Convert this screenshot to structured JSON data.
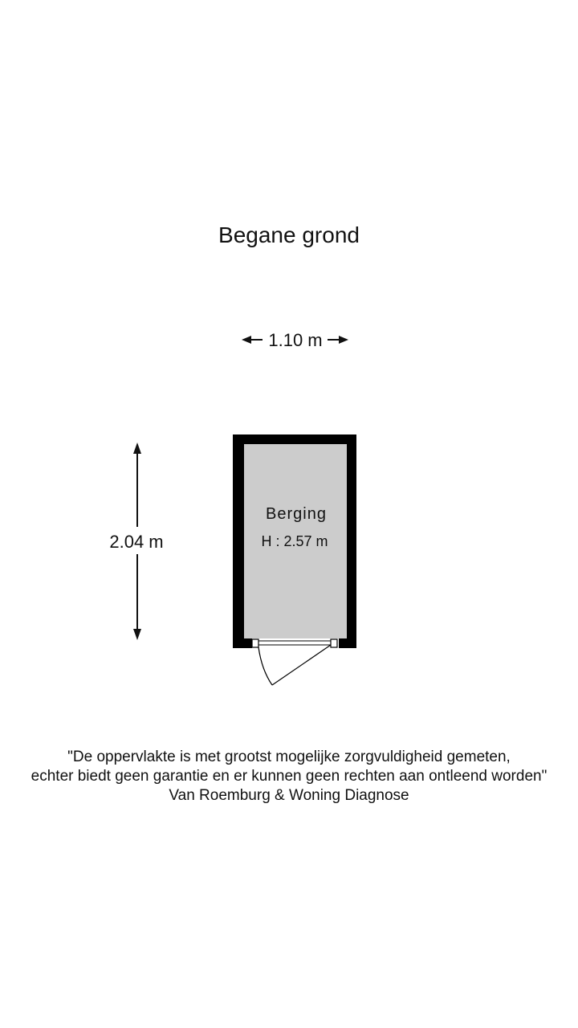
{
  "floor": {
    "title": "Begane grond"
  },
  "room": {
    "name": "Berging",
    "height_label": "H : 2.57 m"
  },
  "dimensions": {
    "width_label": "1.10 m",
    "depth_label": "2.04 m"
  },
  "disclaimer": {
    "line1": "\"De oppervlakte is met grootst mogelijke zorgvuldigheid gemeten,",
    "line2": "echter biedt geen garantie en er kunnen geen rechten aan ontleend worden\"",
    "line3": "Van Roemburg & Woning Diagnose"
  },
  "colors": {
    "wall": "#000000",
    "room_fill": "#cccccc",
    "text": "#111111",
    "background": "#ffffff"
  }
}
